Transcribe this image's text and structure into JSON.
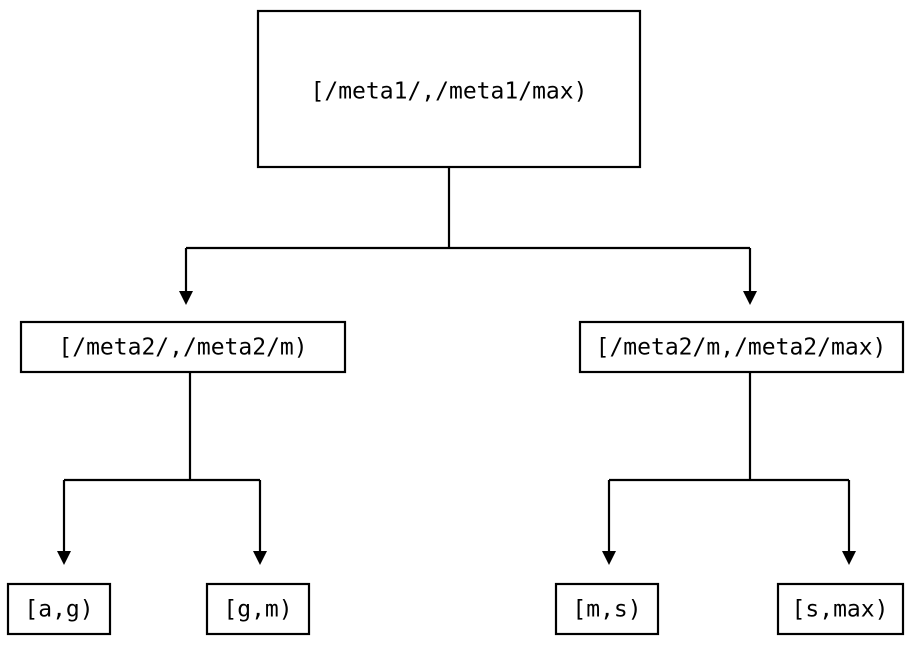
{
  "diagram": {
    "type": "tree",
    "title": "",
    "background_color": "#ffffff",
    "stroke_color": "#000000",
    "text_color": "#000000",
    "levels": 3,
    "nodes": {
      "root": {
        "label": "[/meta1/,/meta1/max)"
      },
      "mid_left": {
        "label": "[/meta2/,/meta2/m)"
      },
      "mid_right": {
        "label": "[/meta2/m,/meta2/max)"
      },
      "leaf_1": {
        "label": "[a,g)"
      },
      "leaf_2": {
        "label": "[g,m)"
      },
      "leaf_3": {
        "label": "[m,s)"
      },
      "leaf_4": {
        "label": "[s,max)"
      }
    },
    "edges": [
      {
        "from": "root",
        "to": "mid_left",
        "arrow": "down"
      },
      {
        "from": "root",
        "to": "mid_right",
        "arrow": "down"
      },
      {
        "from": "mid_left",
        "to": "leaf_1",
        "arrow": "down"
      },
      {
        "from": "mid_left",
        "to": "leaf_2",
        "arrow": "down"
      },
      {
        "from": "mid_right",
        "to": "leaf_3",
        "arrow": "down"
      },
      {
        "from": "mid_right",
        "to": "leaf_4",
        "arrow": "down"
      }
    ]
  }
}
